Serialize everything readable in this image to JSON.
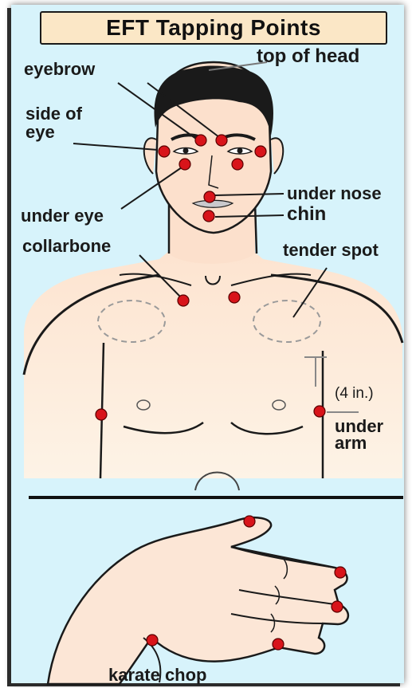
{
  "title": "EFT Tapping Points",
  "labels": {
    "top_of_head": "top of head",
    "eyebrow": "eyebrow",
    "side_of_eye": "side of\neye",
    "side_of": "side of",
    "eye": "eye",
    "under_nose": "under nose",
    "chin": "chin",
    "under_eye": "under eye",
    "collarbone": "collarbone",
    "tender_spot": "tender spot",
    "four_in": "(4 in.)",
    "under": "under",
    "arm": "arm",
    "karate_chop": "karate chop"
  },
  "colors": {
    "background": "#d7f3fb",
    "skin": "#fde7d4",
    "point": "#d8141a",
    "title_bg": "#fbe7c6"
  }
}
